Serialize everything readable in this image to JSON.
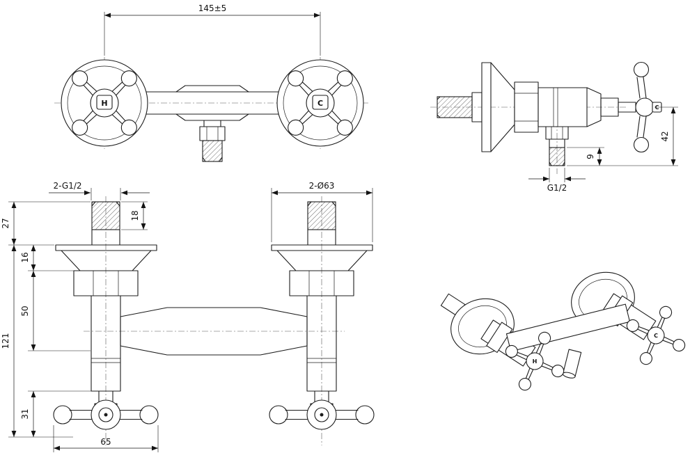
{
  "drawing": {
    "front": {
      "dim_width": "145±5",
      "hot_label": "H",
      "cold_label": "C"
    },
    "side": {
      "dim_height": "42",
      "dim_outlet_thread": "9",
      "outlet_thread_label": "G1/2",
      "cold_label": "C"
    },
    "installation": {
      "inlet_thread_label": "2-G1/2",
      "flange_diameter_label": "2-Ø63",
      "dim_thread_length": "18",
      "dim_wall_offset": "27",
      "dim_flange_height": "16",
      "dim_body_offset": "50",
      "dim_total_height": "121",
      "dim_handle_height": "31",
      "dim_handle_width": "65"
    },
    "isometric": {
      "hot_label": "H",
      "cold_label": "C"
    }
  }
}
